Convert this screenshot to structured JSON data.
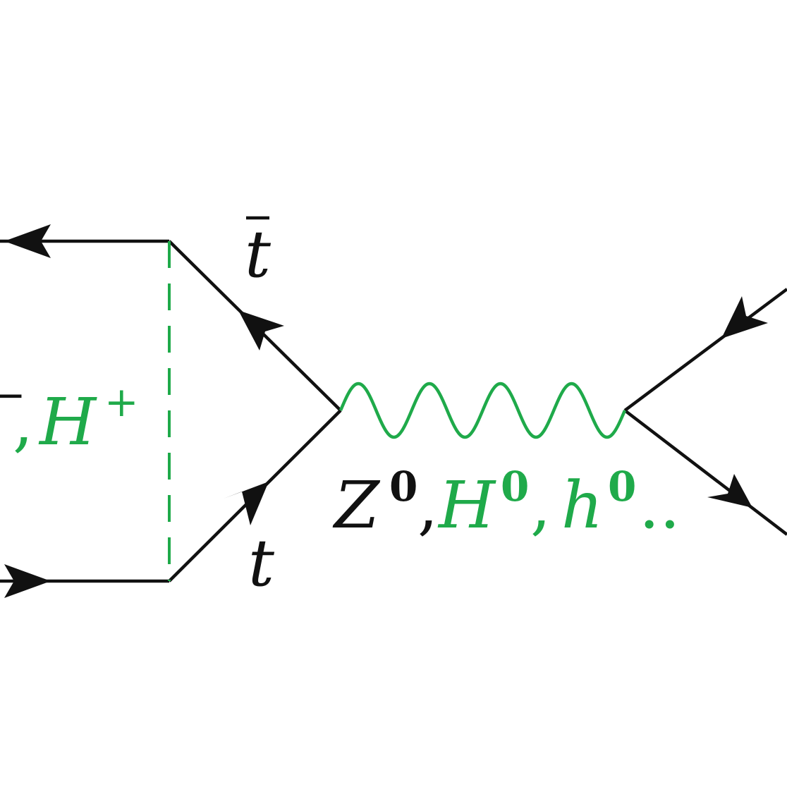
{
  "colors": {
    "ink": "#111111",
    "accent": "#1faa4a"
  },
  "labels": {
    "tbar": "t",
    "t": "t",
    "left_minus_sup": "−",
    "left_comma": ",",
    "charged_higgs": "H",
    "charged_higgs_sup": "+",
    "z": "Z",
    "z_sup": "0",
    "comma1": ",",
    "heavy_higgs": "H",
    "heavy_higgs_sup": "0",
    "comma2": ",",
    "light_higgs": "h",
    "light_higgs_sup": "0",
    "ellipsis": ".."
  }
}
